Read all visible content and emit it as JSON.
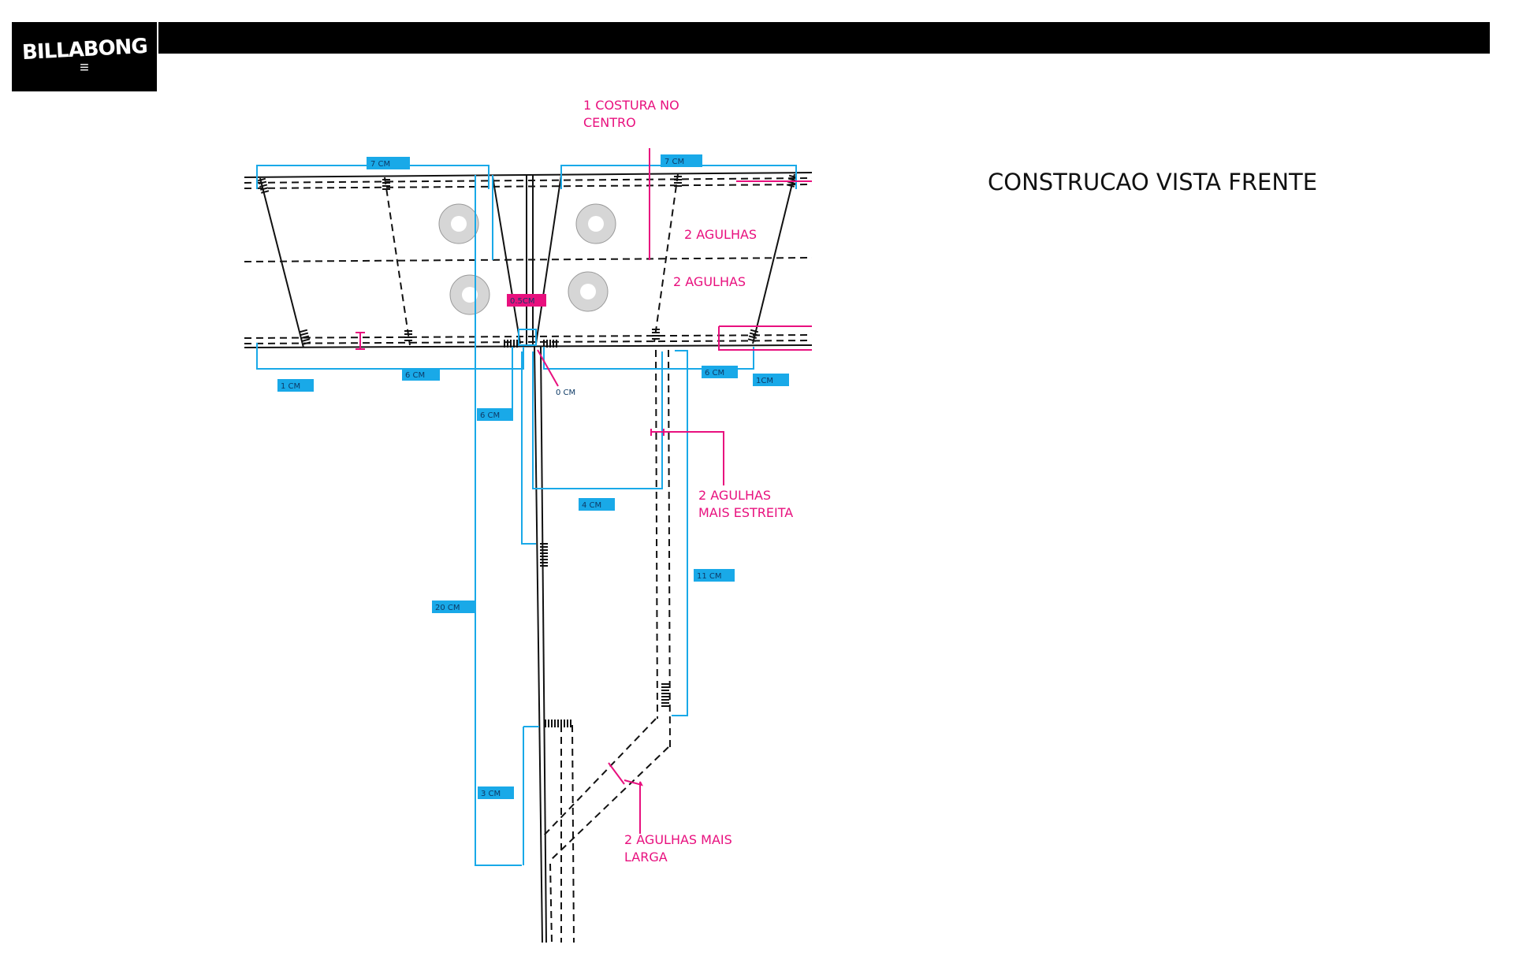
{
  "logo": {
    "brand": "BILLABONG",
    "mark": "≡"
  },
  "page_title": "CONSTRUCAO VISTA FRENTE",
  "notes": {
    "center_seam_line1": "1 COSTURA NO",
    "center_seam_line2": "CENTRO",
    "two_needles_top": "2 AGULHAS",
    "two_needles_middle": "2 AGULHAS",
    "narrow_line1": "2 AGULHAS",
    "narrow_line2": "MAIS ESTREITA",
    "wide_line1": "2 AGULHAS MAIS",
    "wide_line2": "LARGA"
  },
  "measurements": {
    "top_left_7cm": "7 CM",
    "top_right_7cm": "7 CM",
    "center_05cm": "0.5CM",
    "center_0cm": "0 CM",
    "left_1cm": "1 CM",
    "left_6cm": "6 CM",
    "right_6cm": "6 CM",
    "right_1cm": "1CM",
    "fly_6cm": "6 CM",
    "fly_4cm": "4 CM",
    "fly_11cm": "11 CM",
    "fly_20cm": "20 CM",
    "fly_3cm": "3 CM"
  },
  "colors": {
    "annotation": "#e8107e",
    "dimension": "#19a9e8",
    "line": "#111111",
    "header": "#000000"
  }
}
